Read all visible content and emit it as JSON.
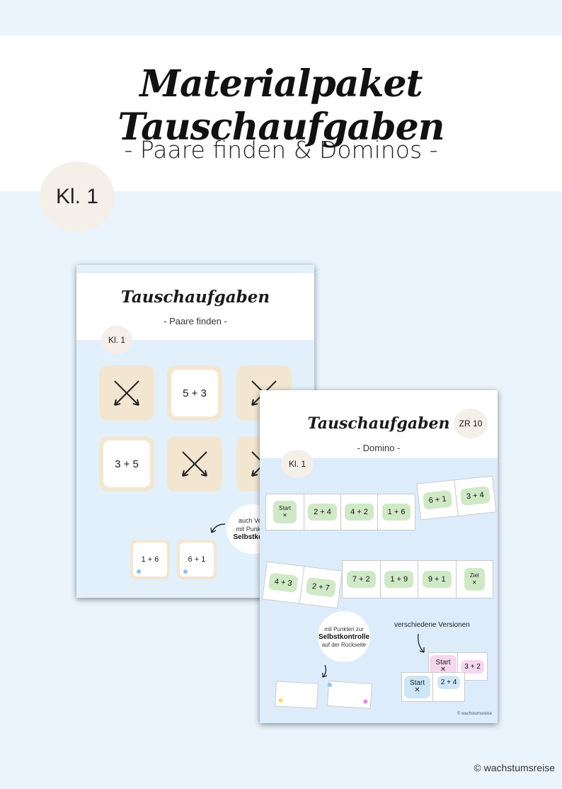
{
  "cover": {
    "title": "Materialpaket Tauschaufgaben",
    "subtitle": "- Paare finden & Dominos -",
    "grade_badge": "Kl. 1",
    "copyright": "© wachstumsreise"
  },
  "sheet_pairs": {
    "title": "Tauschaufgaben",
    "subtitle": "- Paare finden -",
    "grade_badge": "Kl. 1",
    "cards": [
      {
        "type": "icon",
        "icon": "swap-arrows-icon"
      },
      {
        "type": "text",
        "text": "5 + 3"
      },
      {
        "type": "icon",
        "icon": "swap-arrows-icon"
      },
      {
        "type": "text",
        "text": "3 + 5"
      },
      {
        "type": "icon",
        "icon": "swap-arrows-icon"
      },
      {
        "type": "icon",
        "icon": "swap-arrows-icon"
      }
    ],
    "bubble": {
      "line1": "auch Vers",
      "line2": "mit Punkten",
      "line3": "Selbstkontr"
    },
    "mini_cards": [
      "1 + 6",
      "6 + 1"
    ]
  },
  "sheet_domino": {
    "title": "Tauschaufgaben",
    "subtitle": "- Domino -",
    "range_badge": "ZR 10",
    "grade_badge": "Kl. 1",
    "row1": [
      "Start",
      "2 + 4",
      "4 + 2",
      "1 + 6",
      "6 + 1",
      "3 + 4"
    ],
    "row2": [
      "4 + 3",
      "2 + 7",
      "7 + 2",
      "1 + 9",
      "9 + 1",
      "Ziel"
    ],
    "bubble": {
      "line1": "mit Punkten zur",
      "line2": "Selbstkontrolle",
      "line3": "auf der Rückseite"
    },
    "versions_label": "verschiedene Versionen",
    "versions_pieces": [
      "Start",
      "3 + 2",
      "Start",
      "2 + 4"
    ],
    "copyright": "© wachstumsreise"
  },
  "colors": {
    "background": "#eaf4fd",
    "card_beige": "#f3e6d1",
    "domino_green": "#cfe9c7",
    "badge": "#f4efe8"
  }
}
